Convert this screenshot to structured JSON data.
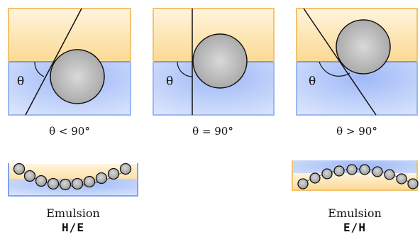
{
  "colors": {
    "oil_phase": "#fde8b6",
    "water_phase": "#b8cdfb",
    "frame": "#f5c977",
    "frame_water": "#9ab7f3",
    "particle": "#bdbdbd",
    "particle_stroke": "#111111"
  },
  "panels": [
    {
      "theta_symbol": "θ",
      "caption": "θ < 90°"
    },
    {
      "theta_symbol": "θ",
      "caption": "θ = 90°"
    },
    {
      "theta_symbol": "θ",
      "caption": "θ > 90°"
    }
  ],
  "emulsions": [
    {
      "title": "Emulsion",
      "code": "H/E"
    },
    {
      "title": "Emulsion",
      "code": "E/H"
    }
  ]
}
